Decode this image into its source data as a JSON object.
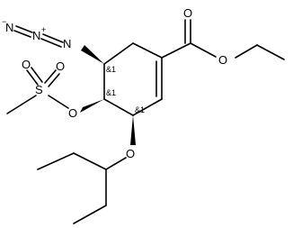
{
  "molecule": {
    "atoms": {
      "n1": "N",
      "n2": "N",
      "n3": "N",
      "s": "S",
      "o_sulfonyl_1": "O",
      "o_sulfonyl_2": "O",
      "o_mesylate": "O",
      "o_ether": "O",
      "o_carbonyl": "O",
      "o_ester": "O"
    },
    "charges": {
      "n1": "−",
      "n2": "+"
    },
    "stereo_labels": {
      "c5": "&1",
      "c4": "&1",
      "c3": "&1"
    }
  }
}
